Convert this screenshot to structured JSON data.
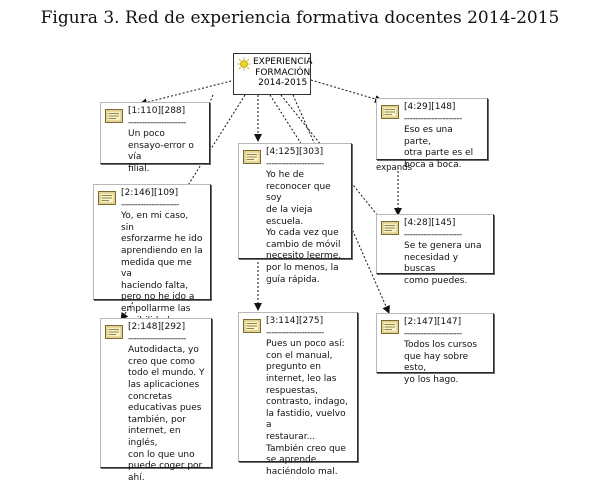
{
  "title": "Figura 3. Red de experiencia formativa docentes 2014-2015",
  "root": {
    "line1": "EXPERIENCIA",
    "line2": "FORMACIÓN",
    "line3": "2014-2015"
  },
  "dash": "---------------------",
  "edge_label": "expands",
  "nodes": {
    "n1": {
      "id": "[1:110][288]",
      "text": "Un poco\nensayo-error o vía\nfilial."
    },
    "n2": {
      "id": "[2:146][109]",
      "text": "Yo, en mi caso, sin\nesforzarme he ido\naprendiendo en la\nmedida que me va\nhaciendo falta,\npero no he ido a\nempollarme las\nposibilidades."
    },
    "n3": {
      "id": "[2:148][292]",
      "text": "Autodidacta, yo\ncreo que como\ntodo el mundo. Y\nlas aplicaciones\nconcretas\neducativas pues\ntambién, por\ninternet, en inglés,\ncon lo que uno\npuede coger por\nahí."
    },
    "n4": {
      "id": "[4:125][303]",
      "text": "Yo he de\nreconocer que soy\nde la vieja escuela.\nYo cada vez que\ncambio de móvil\nnecesito leerme,\npor lo menos, la\nguía rápida."
    },
    "n5": {
      "id": "[3:114][275]",
      "text": "Pues un poco así:\ncon el manual,\npregunto en\ninternet, leo las\nrespuestas,\ncontrasto, indago,\nla fastidio, vuelvo a\nrestaurar...\nTambién creo que\nse aprende\nhaciéndolo mal."
    },
    "n6": {
      "id": "[4:29][148]",
      "text": "Eso es una parte,\notra parte es el\nboca a boca."
    },
    "n7": {
      "id": "[4:28][145]",
      "text": "Se te genera una\nnecesidad y buscas\ncomo puedes."
    },
    "n8": {
      "id": "[2:147][147]",
      "text": "Todos los cursos\nque hay sobre esto,\nyo los hago."
    }
  }
}
